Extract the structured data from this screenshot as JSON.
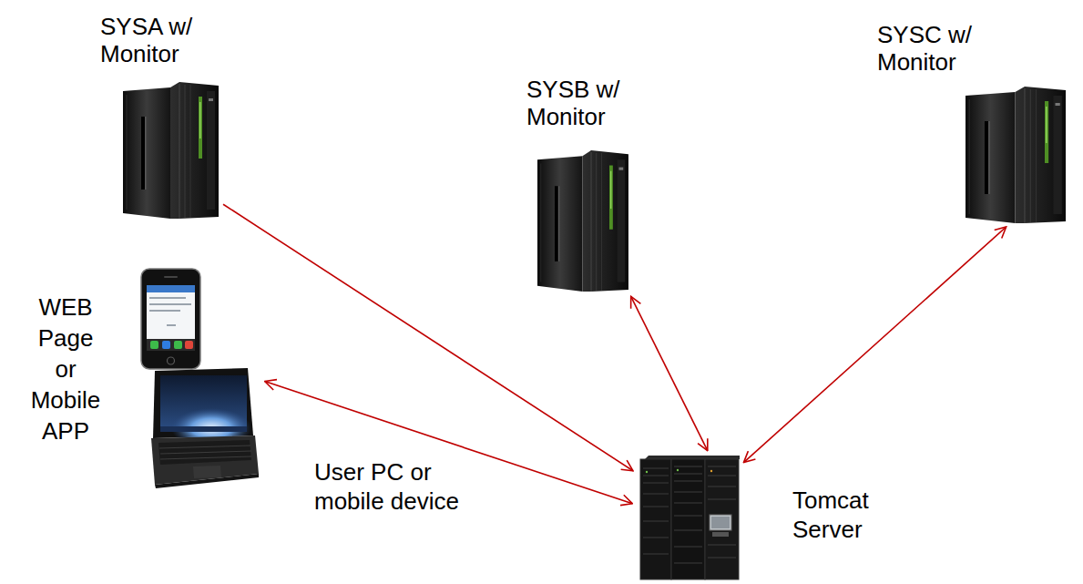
{
  "diagram": {
    "nodes": [
      {
        "text": [
          "SYSA w/ Monitor"
        ]
      },
      {
        "text": [
          "SYSB w/ Monitor"
        ]
      },
      {
        "text": [
          "SYSC w/ Monitor"
        ]
      },
      {
        "text": [
          "WEB Page or Mobile APP",
          "User PC or mobile device"
        ]
      },
      {
        "text": [
          "Tomcat Server"
        ]
      }
    ],
    "edges": [
      {
        "from": 0,
        "to": 4,
        "arrow": "to"
      },
      {
        "from": 3,
        "to": 4,
        "arrow": "both"
      },
      {
        "from": 1,
        "to": 4,
        "arrow": "both"
      },
      {
        "from": 2,
        "to": 4,
        "arrow": "both"
      }
    ]
  }
}
